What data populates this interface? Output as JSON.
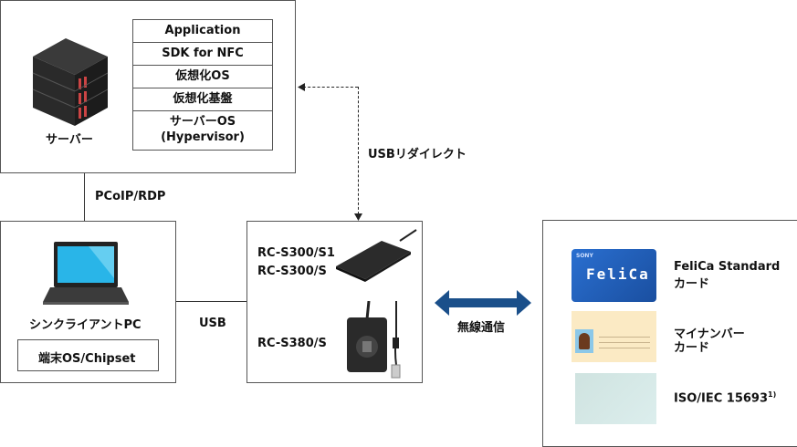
{
  "server": {
    "label": "サーバー",
    "icon": "server-rack-icon",
    "stack": [
      "Application",
      "SDK for NFC",
      "仮想化OS",
      "仮想化基盤",
      "サーバーOS\n(Hypervisor)"
    ],
    "stack_top": "サーバーOS",
    "stack_bottom": "(Hypervisor)"
  },
  "connections": {
    "server_client": "PCoIP/RDP",
    "usb_redirect": "USBリダイレクト",
    "client_reader": "USB",
    "wireless": "無線通信"
  },
  "client": {
    "label": "シンクライアントPC",
    "os_label": "端末OS/Chipset",
    "icon": "laptop-icon"
  },
  "readers": {
    "items": [
      {
        "model_1": "RC-S300/S1",
        "model_2": "RC-S300/S",
        "icon": "card-reader-flat-icon"
      },
      {
        "model_1": "RC-S380/S",
        "icon": "card-reader-usb-icon"
      }
    ]
  },
  "cards": {
    "items": [
      {
        "line1": "FeliCa Standard",
        "line2": "カード",
        "card_text": "FeliCa",
        "brand": "SONY"
      },
      {
        "line1": "マイナンバー",
        "line2": "カード"
      },
      {
        "line1": "ISO/IEC 15693",
        "sup": "1)"
      }
    ]
  },
  "colors": {
    "arrow": "#1a4f8a",
    "felica_card": "#1f5fb8",
    "mynumber_card": "#fbeac4",
    "iso_card": "#d6e8e6"
  }
}
